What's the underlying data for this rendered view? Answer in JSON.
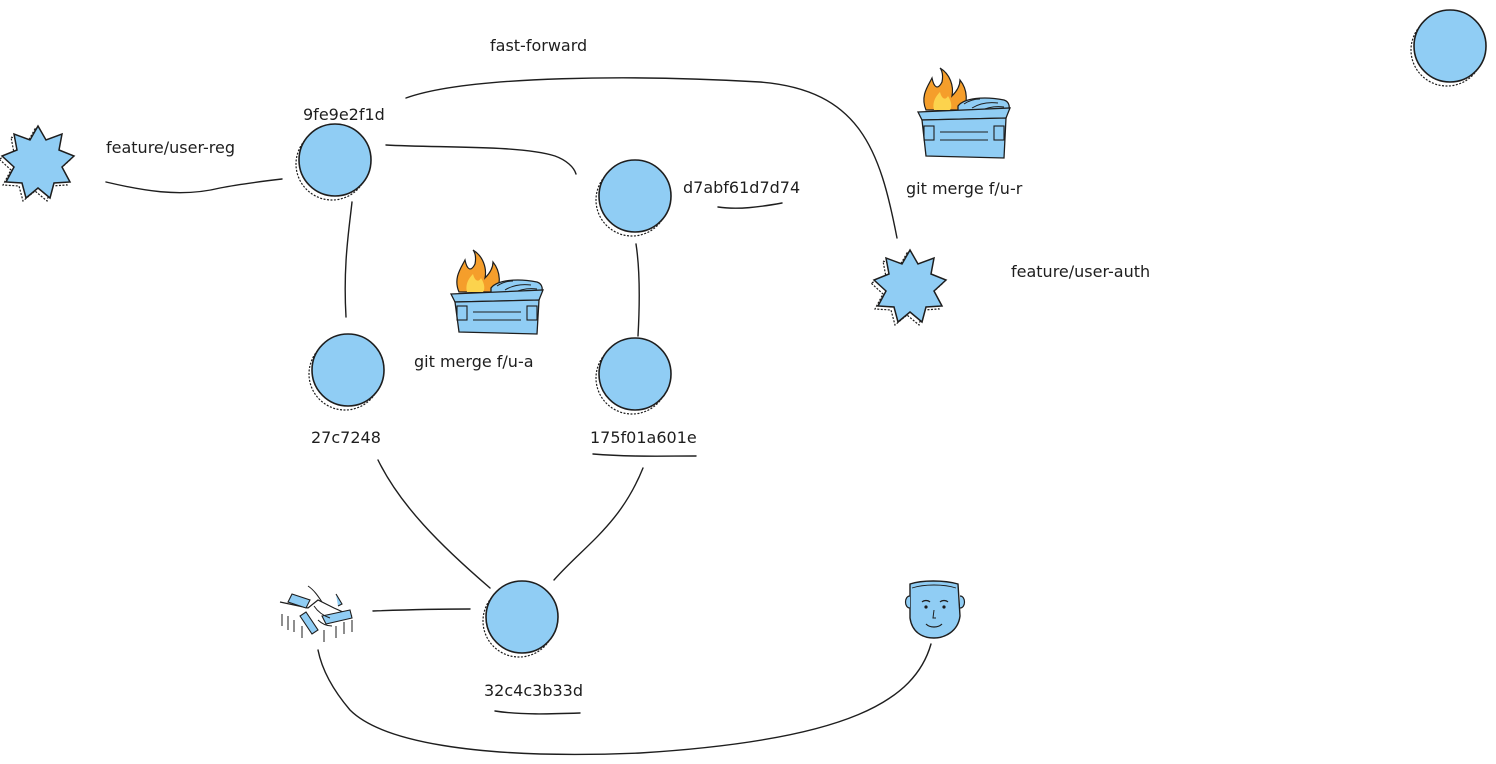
{
  "colors": {
    "node_fill": "#90cdf4",
    "stroke": "#1e1e1e",
    "fire_orange": "#f59e2b",
    "fire_yellow": "#fcd34d",
    "background": "#ffffff"
  },
  "labels": {
    "fast_forward": "fast-forward",
    "feature_user_reg": "feature/user-reg",
    "commit_9fe9": "9fe9e2f1d",
    "commit_d7ab": "d7abf61d7d74",
    "git_merge_fur": "git merge f/u-r",
    "feature_user_auth": "feature/user-auth",
    "git_merge_fua": "git merge f/u-a",
    "commit_27c7": "27c7248",
    "commit_175f": "175f01a601e",
    "commit_32c4": "32c4c3b33d"
  },
  "icons": {
    "branch_star_left": "starburst-icon",
    "branch_star_right": "starburst-icon",
    "dumpster_fire_top": "dumpster-fire-icon",
    "dumpster_fire_mid": "dumpster-fire-icon",
    "handshake": "handshake-icon",
    "developer_face": "face-icon"
  }
}
